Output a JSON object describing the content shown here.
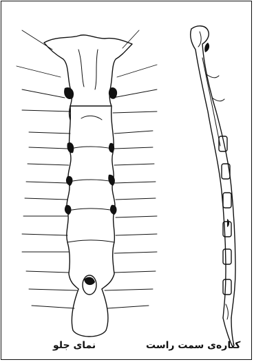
{
  "figure": {
    "captions": {
      "front_view": "نمای جلو",
      "right_side": "کناره‌ی سمت راست"
    },
    "colors": {
      "ink": "#111111",
      "background": "#ffffff"
    },
    "icons": [
      "sternum-front-view-drawing",
      "sternum-right-side-drawing"
    ]
  }
}
